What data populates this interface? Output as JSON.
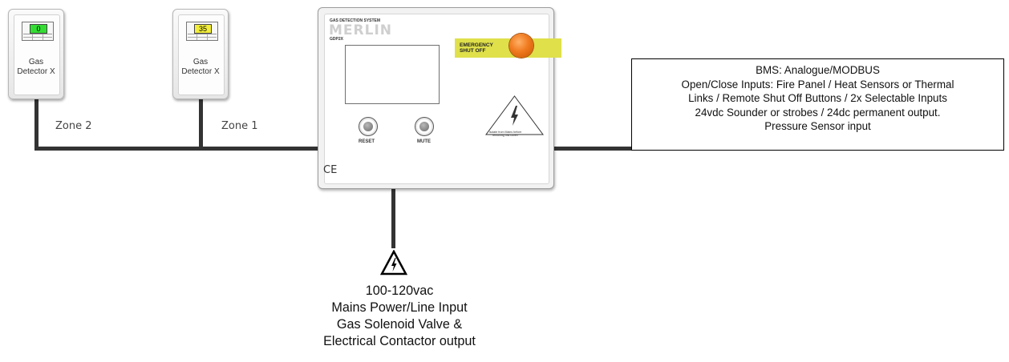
{
  "detectors": [
    {
      "reading": "0",
      "reading_color": "#33dd33",
      "label_line1": "Gas",
      "label_line2": "Detector X"
    },
    {
      "reading": "35",
      "reading_color": "#f2ee3a",
      "label_line1": "Gas",
      "label_line2": "Detector X"
    }
  ],
  "zones": [
    "Zone 2",
    "Zone 1"
  ],
  "panel": {
    "system_title": "GAS DETECTION SYSTEM",
    "brand": "MERLIN",
    "model": "GDP2X",
    "emergency_label_line1": "EMERGENCY",
    "emergency_label_line2": "SHUT OFF",
    "reset_label": "RESET",
    "mute_label": "MUTE",
    "warning_text": "Isolate from Mains before removing this cover!",
    "ce_mark": "CE"
  },
  "bms_box": {
    "lines": [
      "BMS: Analogue/MODBUS",
      "Open/Close Inputs: Fire Panel / Heat Sensors or Thermal",
      "Links / Remote Shut Off Buttons / 2x Selectable Inputs",
      "24vdc Sounder or strobes / 24dc permanent output.",
      "Pressure Sensor input"
    ]
  },
  "mains": {
    "icon": "high-voltage-icon",
    "lines": [
      "100-120vac",
      "Mains Power/Line Input",
      "Gas Solenoid Valve &",
      "Electrical Contactor output"
    ]
  },
  "colors": {
    "wire": "#333333",
    "estop_band": "#dfe04a",
    "estop_button": "#f07a1f"
  }
}
